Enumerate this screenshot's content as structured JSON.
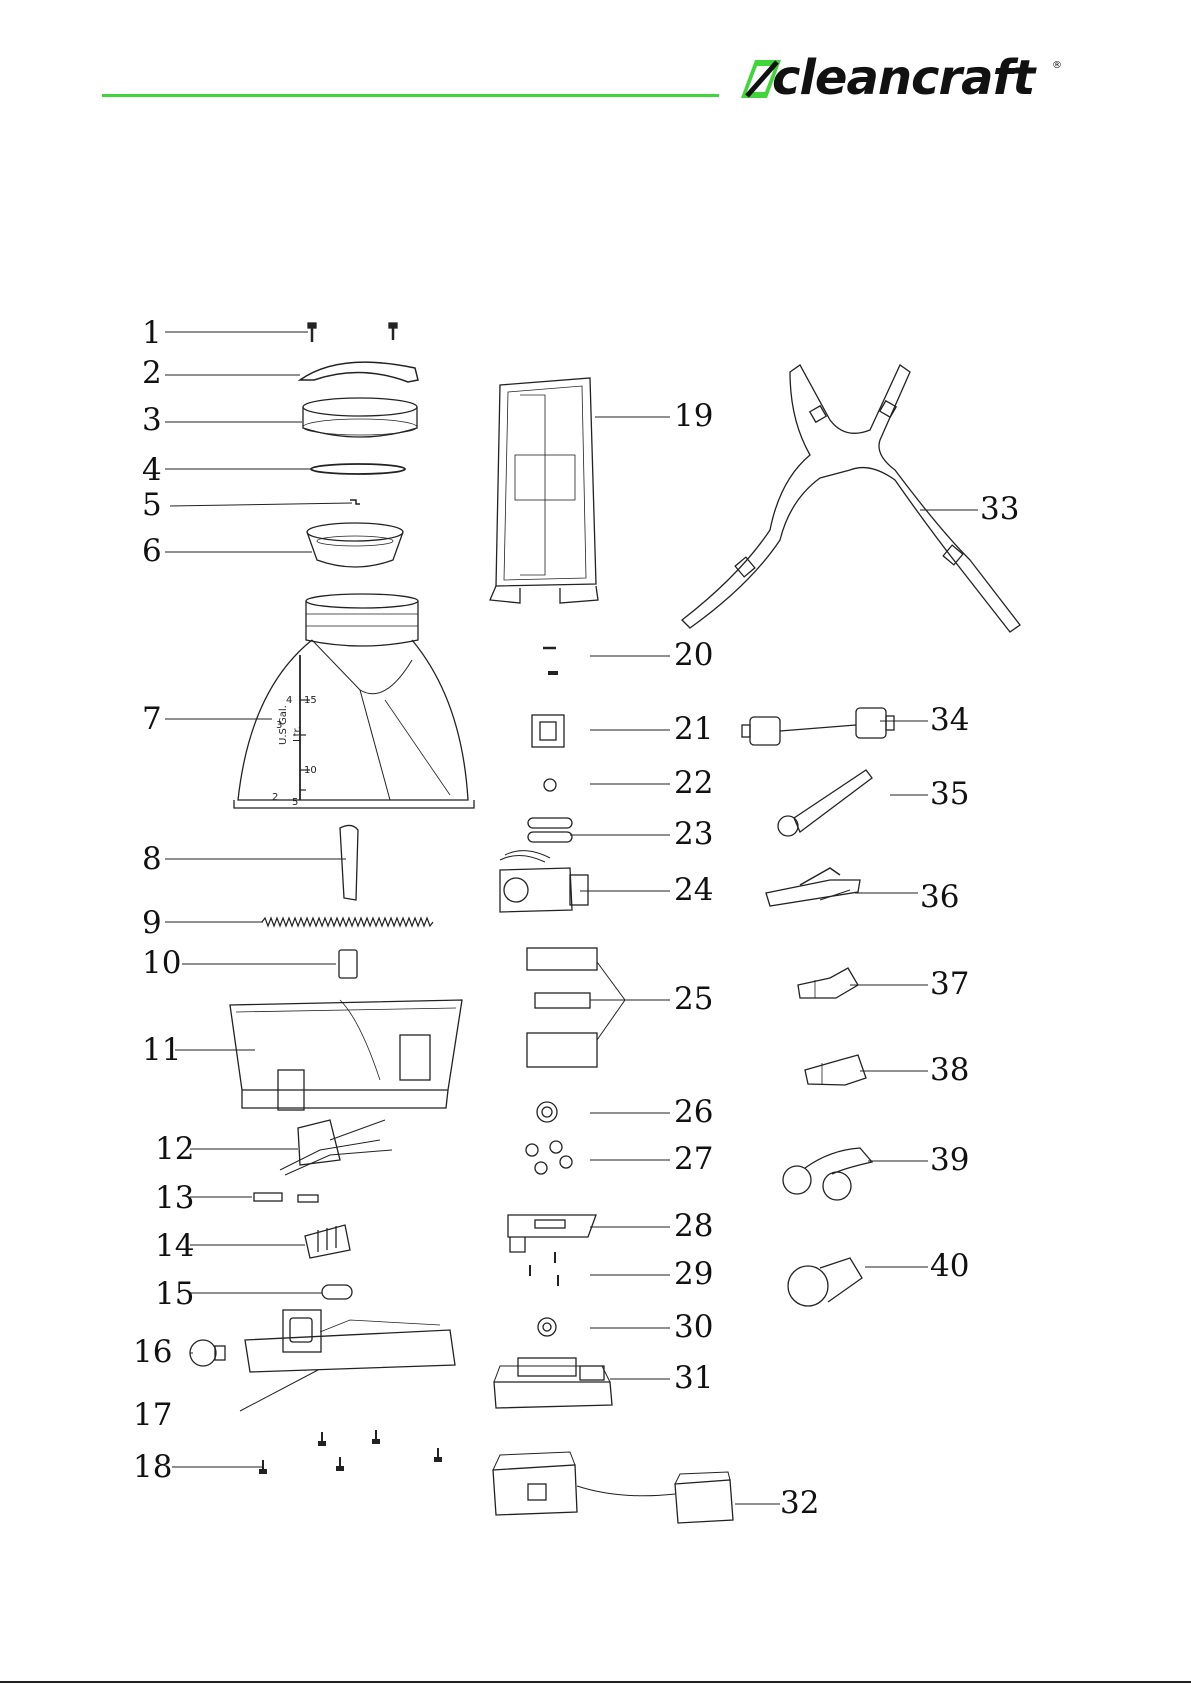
{
  "brand": {
    "name": "cleancraft",
    "registered_mark": "®"
  },
  "colors": {
    "accent_line": "#3fd63a",
    "line_art": "#222222"
  },
  "part_numbers": [
    "1",
    "2",
    "3",
    "4",
    "5",
    "6",
    "7",
    "8",
    "9",
    "10",
    "11",
    "12",
    "13",
    "14",
    "15",
    "16",
    "17",
    "18",
    "19",
    "20",
    "21",
    "22",
    "23",
    "24",
    "25",
    "26",
    "27",
    "28",
    "29",
    "30",
    "31",
    "32",
    "33",
    "34",
    "35",
    "36",
    "37",
    "38",
    "39",
    "40"
  ],
  "tank_markings": {
    "volume_labels": [
      "15",
      "10",
      "5"
    ],
    "gallon_labels": [
      "4",
      "3",
      "2"
    ],
    "unit_liter": "Ltr.",
    "unit_gallon": "U.S Gal."
  }
}
